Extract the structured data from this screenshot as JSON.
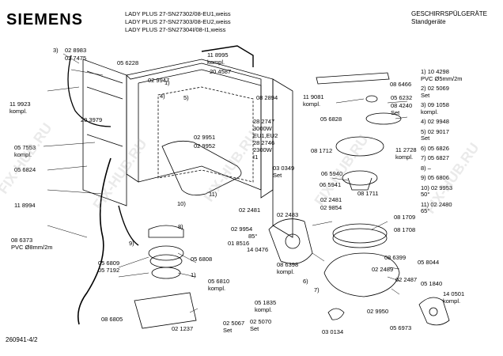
{
  "header": {
    "brand": "SIEMENS",
    "models": [
      "LADY PLUS 27-SN27302/08-EU1,weiss",
      "LADY PLUS 27-SN27303/08-EU2,weiss",
      "LADY PLUS 27-SN27304I/08-I1,weiss"
    ],
    "category": [
      "GESCHIRRSPÜLGERÄTE",
      "Standgeräte"
    ]
  },
  "footer": {
    "code": "260941-4/2"
  },
  "watermark": "FIX-HUB.RU",
  "part_labels": [
    "3)",
    "02 8983",
    "02 7475",
    "05 6228",
    "11 8995",
    "kompl.",
    "20 4587",
    "1)",
    "02 9947",
    "4)",
    "5)",
    "08 2894",
    "11 9923",
    "kompl.",
    "20 3979",
    "02 9951",
    "02 9952",
    "28 2747",
    "3000W",
    "EU1,EU2",
    "28 2746",
    "2300W",
    "I1",
    "05 7553",
    "kompl.",
    "05 6824",
    "11 8994",
    "10)",
    "11)",
    "03 0349",
    "Set",
    "02 2481",
    "02 2483",
    "02 9954",
    "85°",
    "01 8516",
    "8)",
    "08 6373",
    "PVC Ø8mm/2m",
    "9)",
    "05 6809",
    "05 7192",
    "05 6808",
    "1)",
    "05 6810",
    "kompl.",
    "08 6805",
    "02 1237",
    "05 1835",
    "kompl.",
    "02 5067",
    "Set",
    "02 5070",
    "Set",
    "14 0476",
    "11 9081",
    "kompl.",
    "08 6466",
    "05 6232",
    "08 4240",
    "Set",
    "05 6828",
    "08 1712",
    "11 2728",
    "kompl.",
    "06 5940",
    "06 5941",
    "08 1711",
    "02 2481",
    "02 9854",
    "08 1709",
    "08 1708",
    "08 6398",
    "kompl.",
    "6)",
    "7)",
    "08 6399",
    "02 2489",
    "05 8044",
    "02 2487",
    "05 1840",
    "02 9950",
    "14 0501",
    "kompl.",
    "05 6973",
    "03 0134"
  ],
  "legend": [
    {
      "ref": "1)",
      "part": "10 4298",
      "note": "PVC Ø5mm/2m"
    },
    {
      "ref": "2)",
      "part": "02 5069",
      "note": "Set"
    },
    {
      "ref": "3)",
      "part": "09 1058",
      "note": "kompl."
    },
    {
      "ref": "4)",
      "part": "02 9948",
      "note": ""
    },
    {
      "ref": "5)",
      "part": "02 9017",
      "note": "Set"
    },
    {
      "ref": "6)",
      "part": "05 6826",
      "note": ""
    },
    {
      "ref": "7)",
      "part": "05 6827",
      "note": ""
    },
    {
      "ref": "8)",
      "part": "–",
      "note": ""
    },
    {
      "ref": "9)",
      "part": "05 6806",
      "note": ""
    },
    {
      "ref": "10)",
      "part": "02 9953",
      "note": "50°"
    },
    {
      "ref": "11)",
      "part": "02 2480",
      "note": "65°"
    }
  ]
}
